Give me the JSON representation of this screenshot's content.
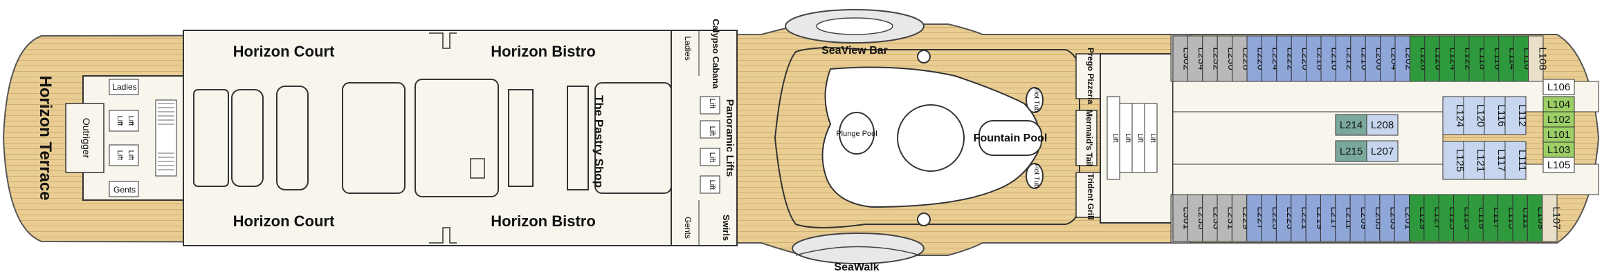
{
  "deck": {
    "venues": {
      "horizon_terrace": "Horizon Terrace",
      "horizon_court": "Horizon Court",
      "horizon_bistro": "Horizon Bistro",
      "pastry_shop": "The Pastry Shop",
      "calypso_cabana": "Calypso Cabana",
      "panoramic_lifts": "Panoramic Lifts",
      "seaview_bar": "SeaView Bar",
      "seawalk": "SeaWalk",
      "swirls": "Swirls",
      "plunge_pool": "Plunge Pool",
      "fountain_pool": "Fountain Pool",
      "hot_tub": "Hot Tub",
      "prego_pizzeria": "Prego Pizzeria",
      "mermaids_tail": "Mermaid's Tail",
      "trident_grill": "Trident Grill",
      "outrigger": "Outrigger"
    },
    "facilities": {
      "ladies": "Ladies",
      "gents": "Gents",
      "lift": "Lift"
    },
    "cabins": {
      "upper_row": [
        "L302",
        "L234",
        "L232",
        "L230",
        "L228",
        "L226",
        "L224",
        "L222",
        "L220",
        "L218",
        "L216",
        "L212",
        "L210",
        "L206",
        "L204",
        "L202",
        "L128",
        "L126",
        "L124",
        "L122",
        "L118",
        "L116",
        "L114",
        "L110",
        "L108"
      ],
      "lower_row": [
        "L301",
        "L235",
        "L233",
        "L231",
        "L229",
        "L227",
        "L225",
        "L223",
        "L221",
        "L219",
        "L217",
        "L211",
        "L209",
        "L205",
        "L203",
        "L201",
        "L129",
        "L127",
        "L125",
        "L123",
        "L119",
        "L117",
        "L115",
        "L111",
        "L109",
        "L107"
      ],
      "center_block": [
        "L214",
        "L208",
        "L215",
        "L207"
      ],
      "mid_upper": [
        "L124",
        "L120",
        "L116",
        "L112"
      ],
      "mid_lower": [
        "L125",
        "L121",
        "L117",
        "L111"
      ],
      "bow_column": [
        "L106",
        "L104",
        "L102",
        "L101",
        "L103",
        "L105"
      ]
    },
    "colors": {
      "teak": "#e8c98c",
      "floor": "#f6f4ec",
      "blue": "#8fa6d8",
      "green": "#2f9a3d",
      "grey": "#b8b8b8",
      "teal": "#7aa89c",
      "lightblue": "#c7d6ee"
    }
  }
}
